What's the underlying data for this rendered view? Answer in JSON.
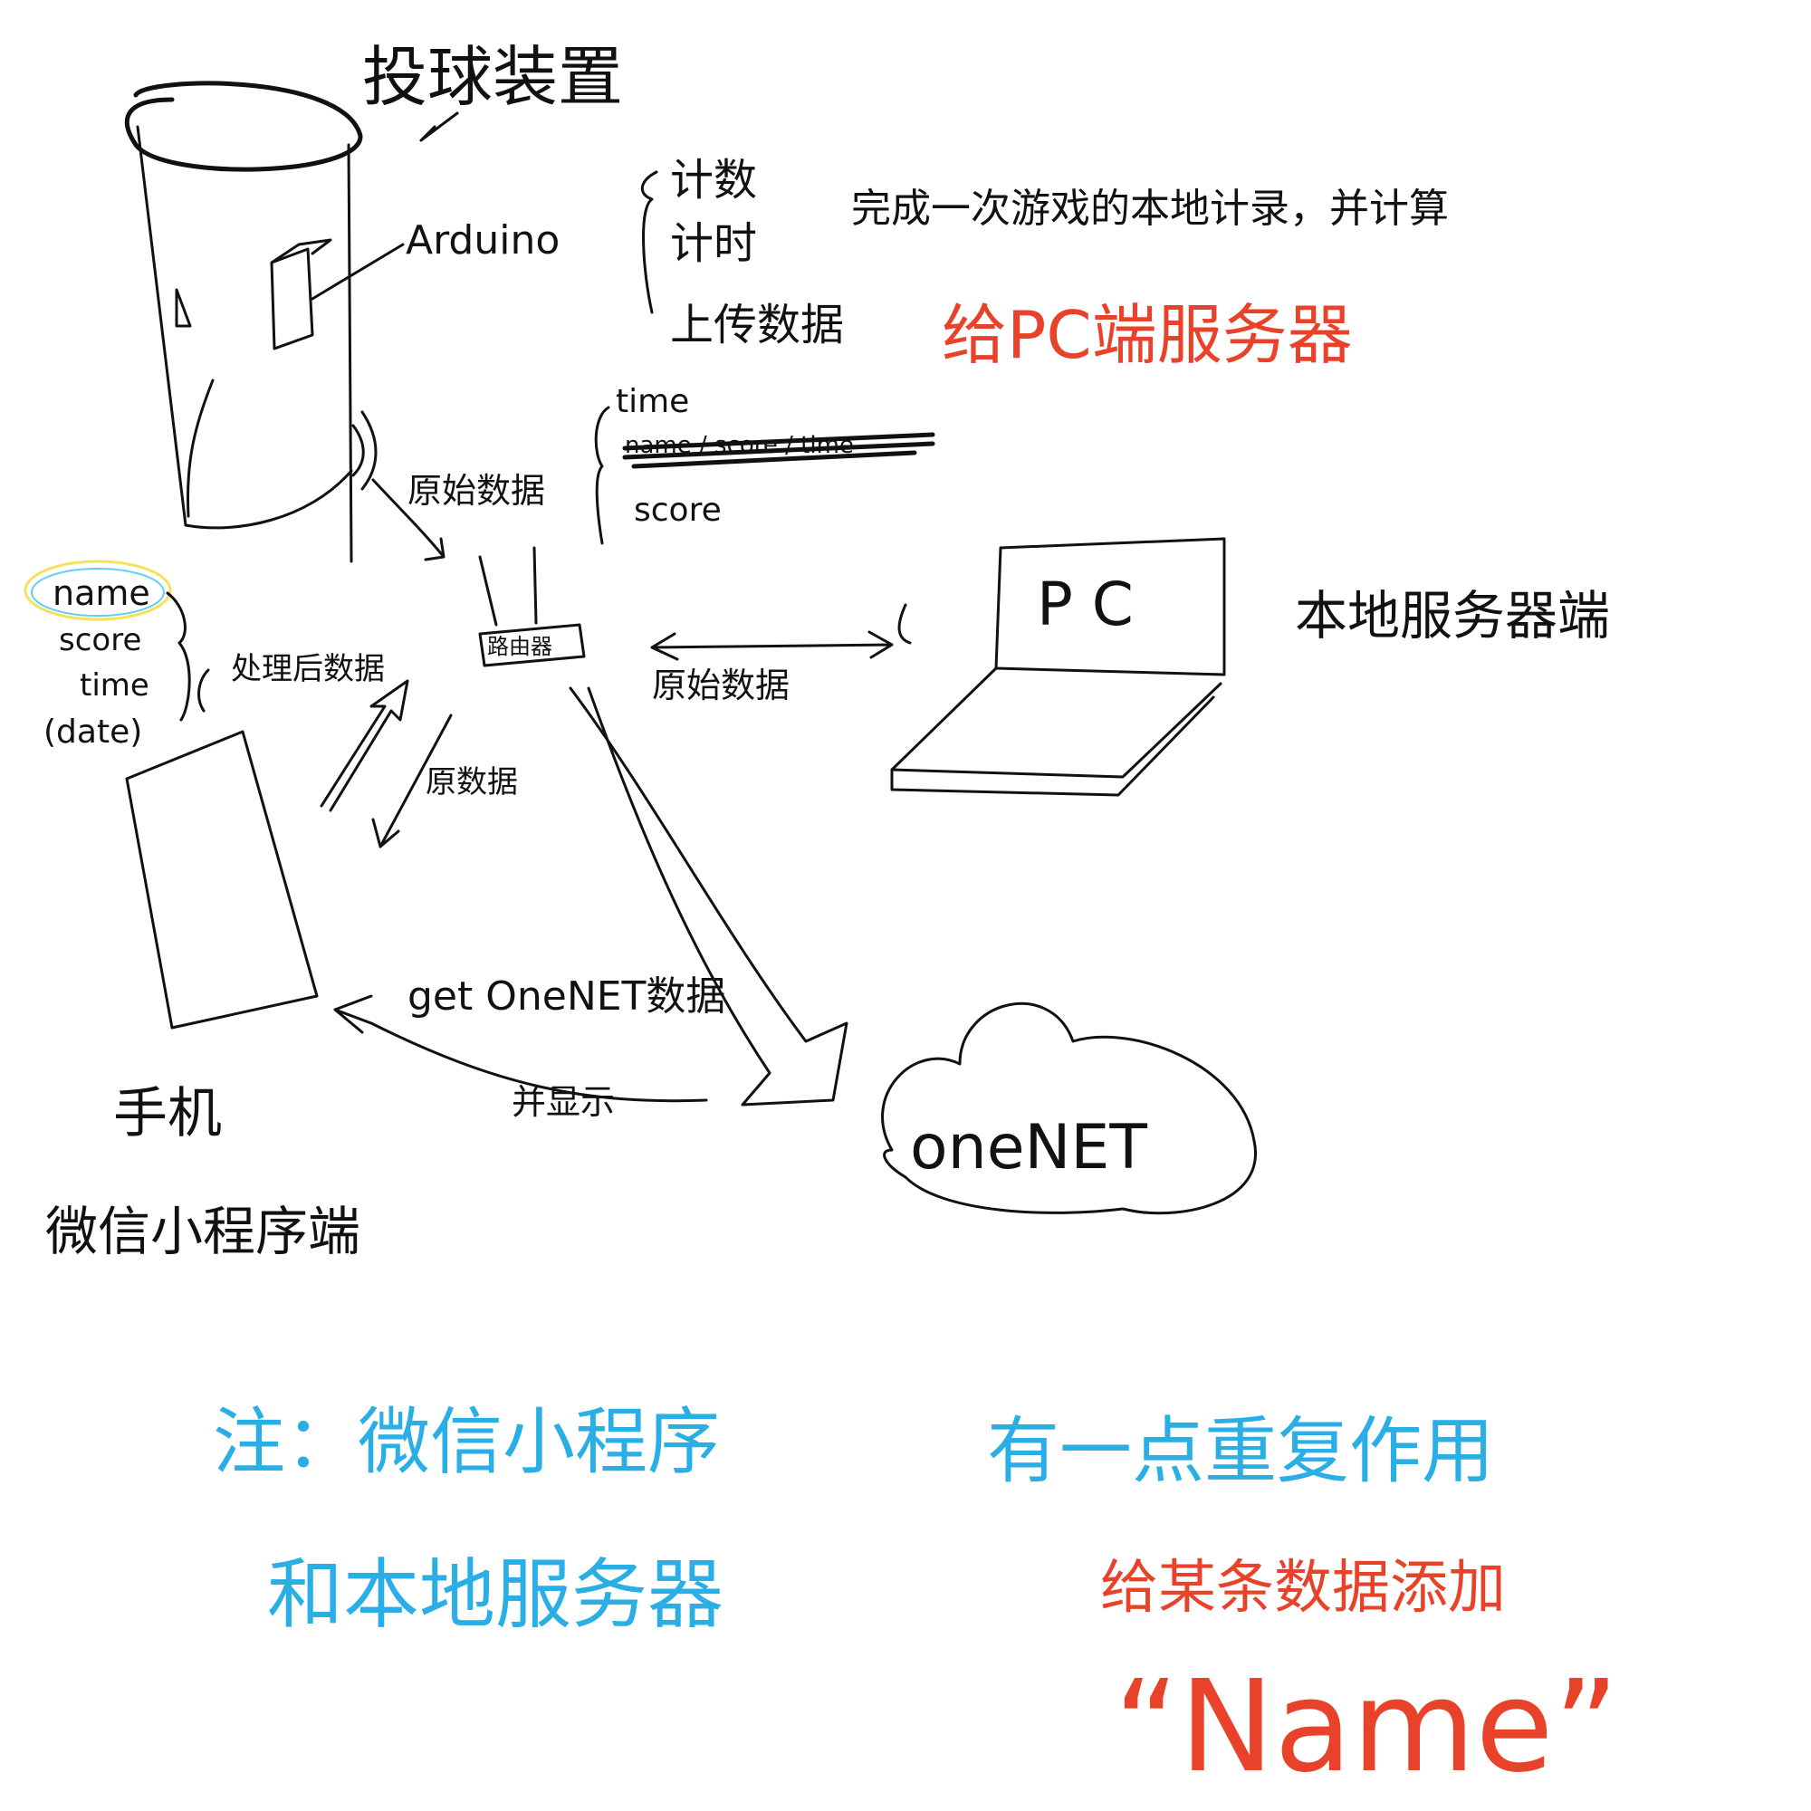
{
  "title": "投球装置",
  "device": {
    "arduino_label": "Arduino",
    "tasks": [
      "计数",
      "计时",
      "上传数据"
    ],
    "task_note": "完成一次游戏的本地计录，并计算",
    "task_note_red": "给PC端服务器"
  },
  "raw_fields": {
    "items": [
      "time",
      "score"
    ],
    "struck_text": "name / score / time"
  },
  "raw_data_label": "原始数据",
  "router_label": "路由器",
  "pc": {
    "screen_label": "P C",
    "title": "本地服务器端",
    "link_label": "原始数据"
  },
  "processed_fields": {
    "items": [
      "name",
      "score",
      "time",
      "(date)"
    ],
    "label": "处理后数据"
  },
  "phone_up_label": "原数据",
  "phone": {
    "line1": "手机",
    "line2": "微信小程序端"
  },
  "onenet": {
    "label": "oneNET",
    "get_label": "get OneNET数据",
    "display_label": "并显示"
  },
  "notes": {
    "blue_line1": "注：微信小程序",
    "blue_line1b": "有一点重复作用",
    "blue_line2": "和本地服务器",
    "red_line1": "给某条数据添加",
    "red_name": "“Name”"
  },
  "colors": {
    "ink": "#111111",
    "red": "#e8432a",
    "blue": "#29aee6",
    "highlight_yellow": "#f5e25a",
    "highlight_cyan": "#5fd0f0"
  }
}
